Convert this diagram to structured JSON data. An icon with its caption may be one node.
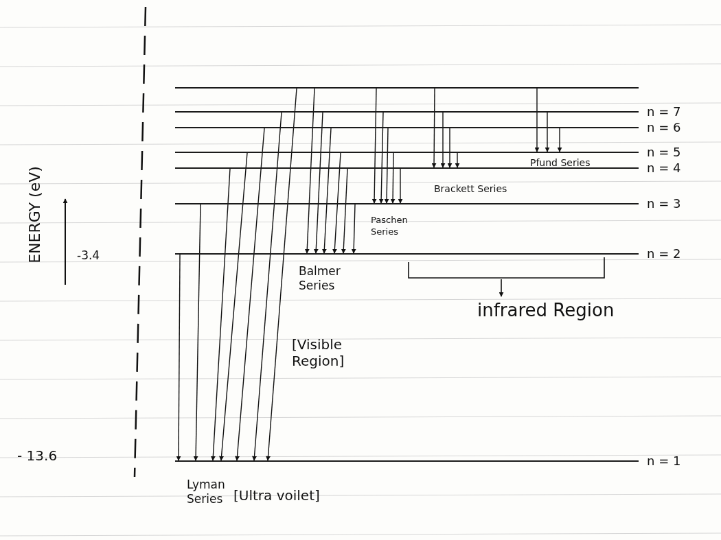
{
  "diagram": {
    "nodes": [
      {
        "text": [],
        "shape": "bar"
      },
      {
        "text": [
          "n = 7"
        ]
      },
      {
        "text": [
          "n = 6"
        ]
      },
      {
        "text": [
          "n = 5"
        ]
      },
      {
        "text": [
          "n = 4"
        ]
      },
      {
        "text": [
          "n = 3"
        ]
      },
      {
        "text": [
          "n = 2"
        ]
      },
      {
        "text": [
          "n = 1"
        ]
      }
    ],
    "edges": [
      {
        "from": 6,
        "to": 7,
        "arrow": "to"
      },
      {
        "from": 5,
        "to": 7,
        "arrow": "to"
      },
      {
        "from": 4,
        "to": 7,
        "arrow": "to"
      },
      {
        "from": 3,
        "to": 7,
        "arrow": "to"
      },
      {
        "from": 2,
        "to": 7,
        "arrow": "to"
      },
      {
        "from": 1,
        "to": 7,
        "arrow": "to"
      },
      {
        "from": 0,
        "to": 7,
        "arrow": "to"
      },
      {
        "from": 0,
        "to": 6,
        "arrow": "to"
      },
      {
        "from": 1,
        "to": 6,
        "arrow": "to"
      },
      {
        "from": 2,
        "to": 6,
        "arrow": "to"
      },
      {
        "from": 3,
        "to": 6,
        "arrow": "to"
      },
      {
        "from": 4,
        "to": 6,
        "arrow": "to"
      },
      {
        "from": 5,
        "to": 6,
        "arrow": "to"
      },
      {
        "from": 0,
        "to": 5,
        "arrow": "to"
      },
      {
        "from": 1,
        "to": 5,
        "arrow": "to"
      },
      {
        "from": 2,
        "to": 5,
        "arrow": "to"
      },
      {
        "from": 3,
        "to": 5,
        "arrow": "to"
      },
      {
        "from": 4,
        "to": 5,
        "arrow": "to"
      },
      {
        "from": 0,
        "to": 4,
        "arrow": "to"
      },
      {
        "from": 1,
        "to": 4,
        "arrow": "to"
      },
      {
        "from": 2,
        "to": 4,
        "arrow": "to"
      },
      {
        "from": 3,
        "to": 4,
        "arrow": "to"
      },
      {
        "from": 0,
        "to": 3,
        "arrow": "to"
      },
      {
        "from": 1,
        "to": 3,
        "arrow": "to"
      },
      {
        "from": 2,
        "to": 3,
        "arrow": "to"
      }
    ],
    "labels": [
      "ENERGY (eV)",
      "-3.4",
      "Pfund Series",
      "Brackett Series",
      "Paschen Series",
      "Balmer Series",
      "infrared Region",
      "[Visible Region]",
      "- 13.6",
      "Lyman Series",
      "[Ultra voilet]"
    ]
  }
}
